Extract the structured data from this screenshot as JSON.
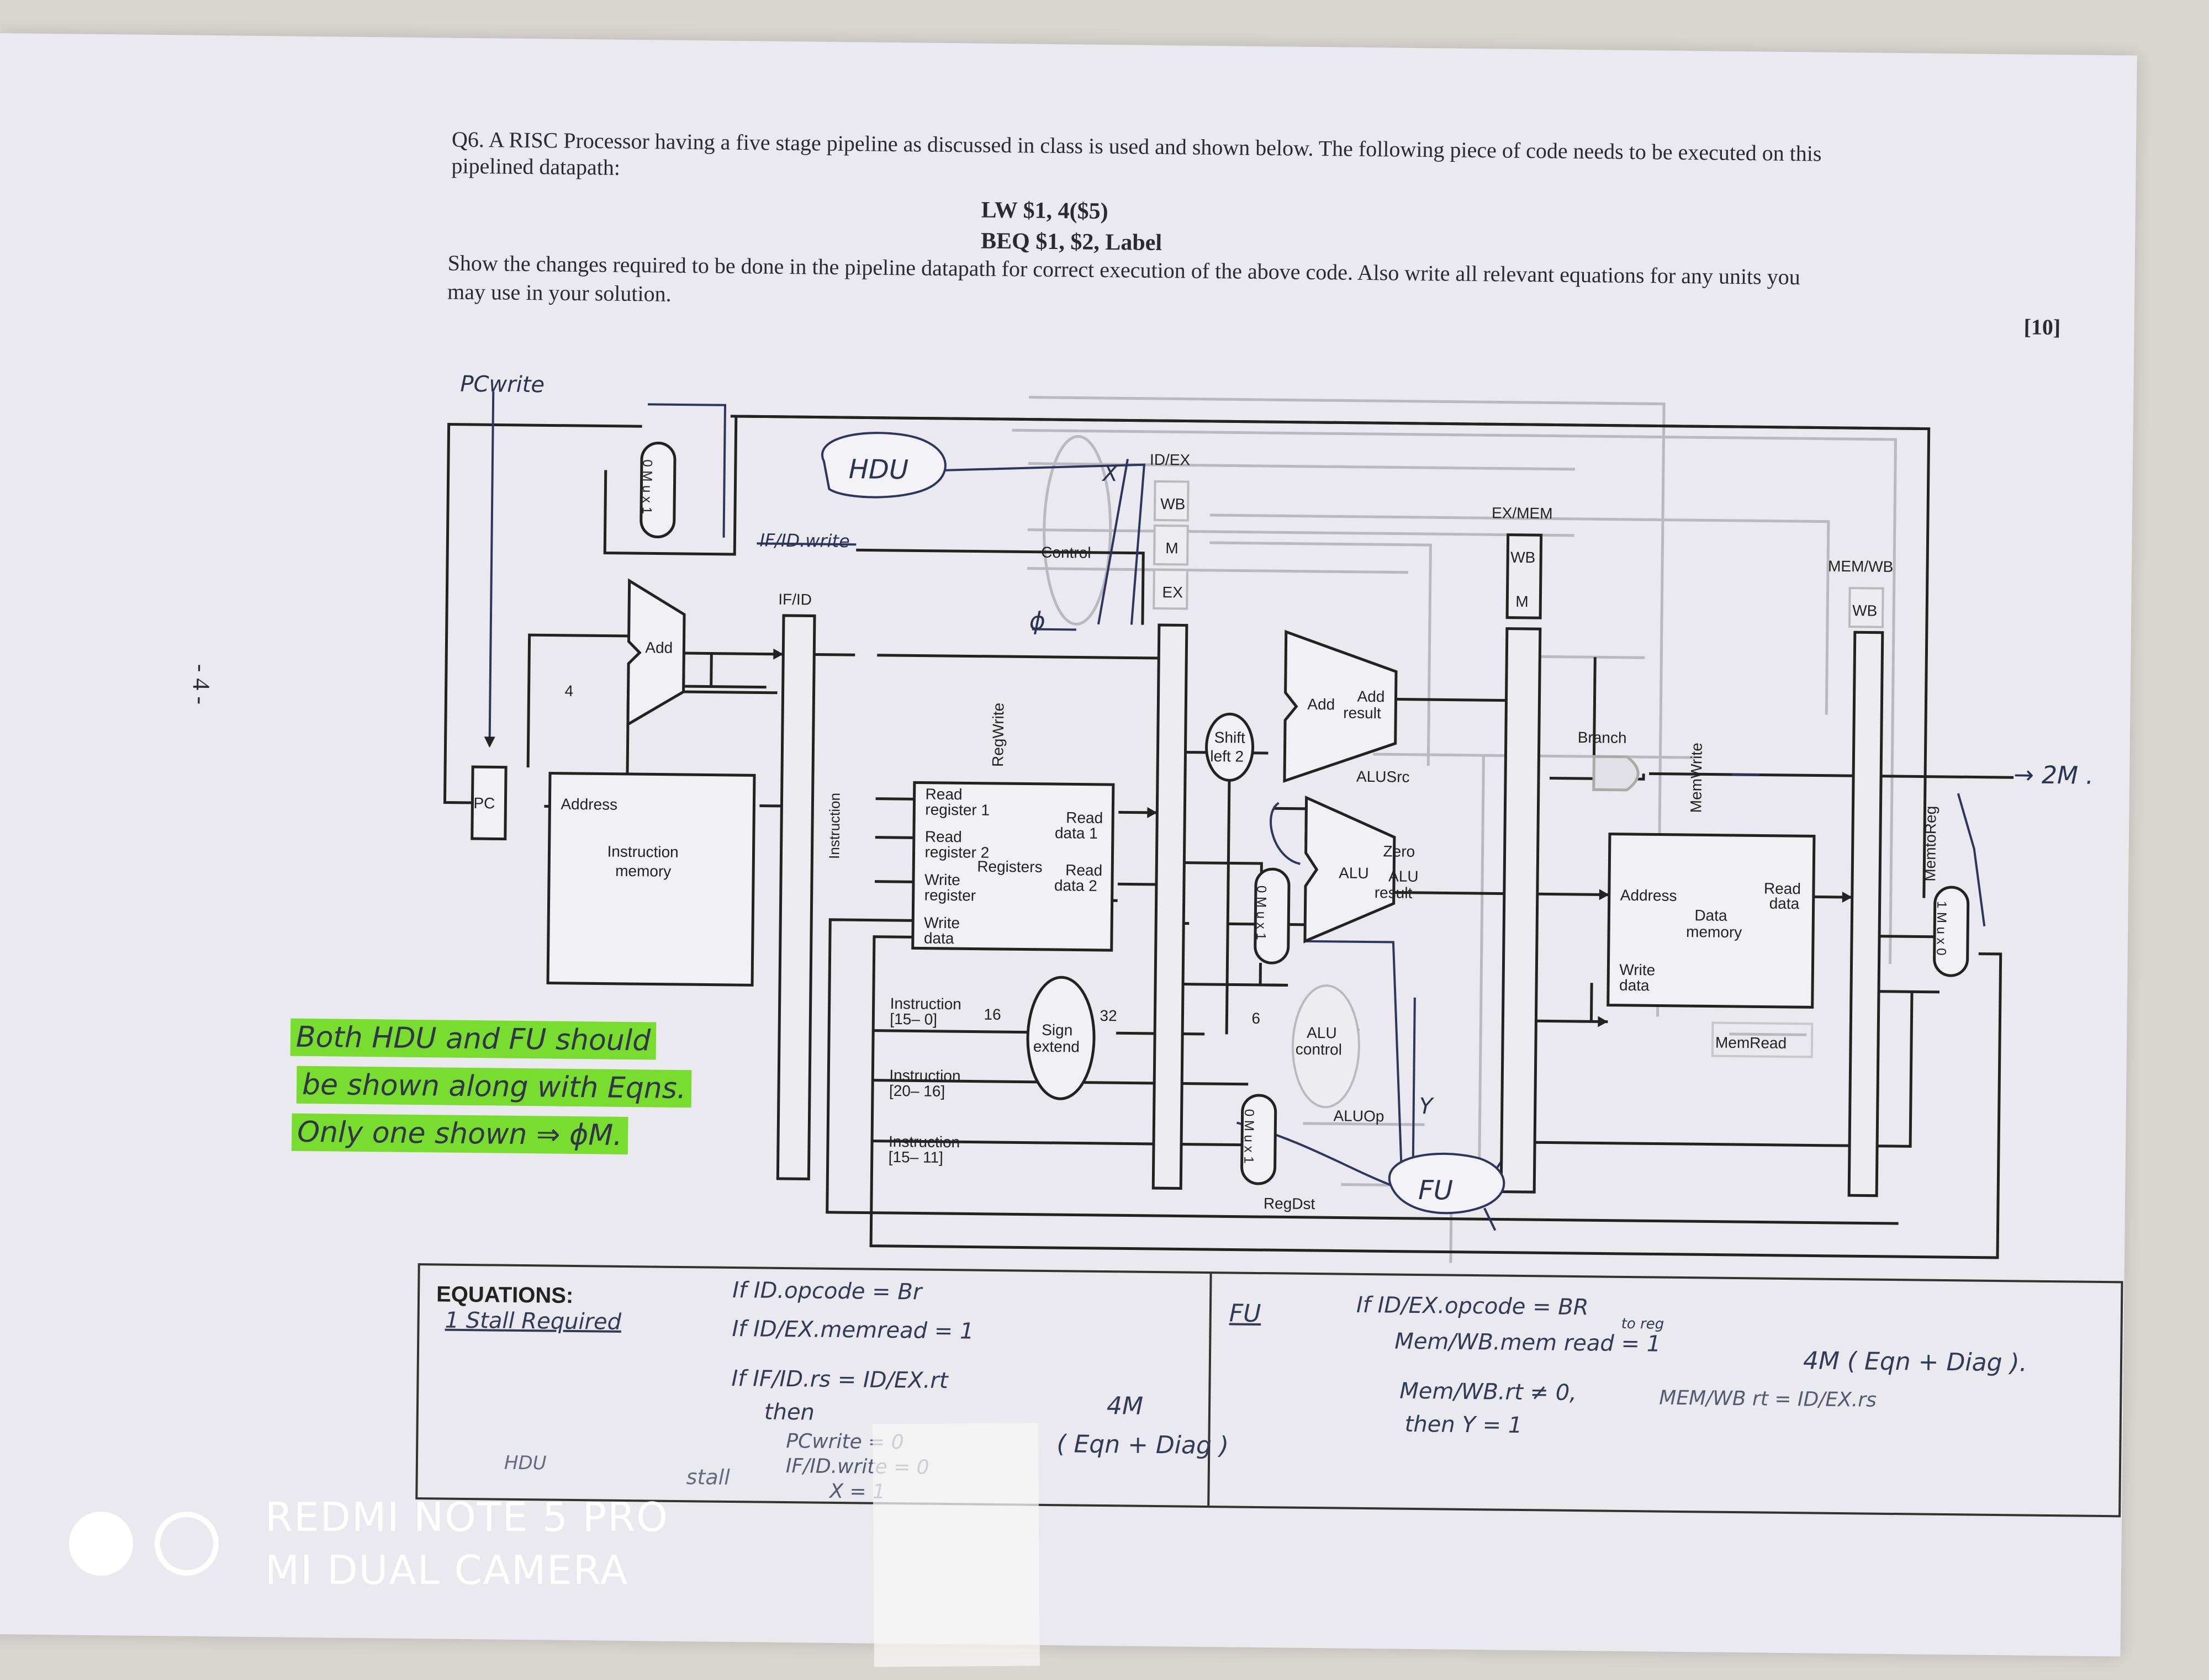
{
  "question": {
    "line1": "Q6. A RISC Processor having a five stage pipeline as discussed in class is used and shown below. The following piece of code needs to be executed on this",
    "line2": "pipelined datapath:",
    "code1": "LW $1, 4($5)",
    "code2": "BEQ $1, $2, Label",
    "line3": "Show the changes required to be done in the pipeline datapath for correct execution of the above code. Also write all relevant equations for any units you",
    "line4": "may use in your solution.",
    "marks": "[10]"
  },
  "margin_note": "- 4 -",
  "diagram": {
    "pcwrite": "PCwrite",
    "hdu": "HDU",
    "ifid_write": "IF/ID.write",
    "idex": "ID/EX",
    "exmem": "EX/MEM",
    "memwb": "MEM/WB",
    "ifid": "IF/ID",
    "control": "Control",
    "wb": "WB",
    "m": "M",
    "ex": "EX",
    "add": "Add",
    "four": "4",
    "add_result_1": "Add",
    "add_result_2": "result",
    "shift_1": "Shift",
    "shift_2": "left 2",
    "branch": "Branch",
    "pc": "PC",
    "address": "Address",
    "imem_1": "Instruction",
    "imem_2": "memory",
    "instruction": "Instruction",
    "regsrc": "RegWrite",
    "rr1_1": "Read",
    "rr1_2": "register 1",
    "rr2_1": "Read",
    "rr2_2": "register 2",
    "registers": "Registers",
    "wr_1": "Write",
    "wr_2": "register",
    "wd_1": "Write",
    "wd_2": "data",
    "rd1_1": "Read",
    "rd1_2": "data 1",
    "rd2_1": "Read",
    "rd2_2": "data 2",
    "alusrc": "ALUSrc",
    "alu": "ALU",
    "zero": "Zero",
    "alu_res_1": "ALU",
    "alu_res_2": "result",
    "memwrite": "MemWrite",
    "dmem_addr": "Address",
    "dmem_1": "Data",
    "dmem_2": "memory",
    "dmem_rd_1": "Read",
    "dmem_rd_2": "data",
    "dmem_wd_1": "Write",
    "dmem_wd_2": "data",
    "memtoreg": "MemtoReg",
    "memread": "MemRead",
    "inst_15_0_1": "Instruction",
    "inst_15_0_2": "[15– 0]",
    "inst_20_16_1": "Instruction",
    "inst_20_16_2": "[20– 16]",
    "inst_15_11_1": "Instruction",
    "inst_15_11_2": "[15– 11]",
    "sixteen": "16",
    "thirtytwo": "32",
    "six": "6",
    "sign_1": "Sign",
    "sign_2": "extend",
    "aluctl_1": "ALU",
    "aluctl_2": "control",
    "aluop": "ALUOp",
    "regdst": "RegDst",
    "fu": "FU",
    "phi": "ϕ",
    "x": "X",
    "y": "Y",
    "mux_a": "0 M u x 1",
    "mux_top": "0 M u x 1",
    "mux_alu": "0 M u x 1",
    "mux_reg": "0 M u x 1",
    "mux_wb": "1 M u x 0",
    "two_m": "→ 2M ."
  },
  "highlight_note": {
    "line1": "Both HDU and FU should",
    "line2": "be shown along with Eqns.",
    "line3": "Only one shown ⇒ ϕM."
  },
  "equations": {
    "title": "EQUATIONS:",
    "stall": "1 Stall Required",
    "hdu_label": "HDU",
    "hdu_1": "If ID.opcode = Br",
    "hdu_2": "If ID/EX.memread = 1",
    "hdu_3": "If IF/ID.rs = ID/EX.rt",
    "hdu_4": "then",
    "stall_word": "stall",
    "stall_1": "PCwrite = 0",
    "stall_2": "IF/ID.write = 0",
    "stall_3": "X = 1",
    "score_hdu_1": "4M",
    "score_hdu_2": "( Eqn + Diag )",
    "fu_label": "FU",
    "fu_1": "If ID/EX.opcode = BR",
    "fu_2a": "to reg",
    "fu_2": "Mem/WB.mem read = 1",
    "fu_3": "Mem/WB.rt ≠ 0,",
    "fu_3b": "MEM/WB rt = ID/EX.rs",
    "fu_4": "then Y = 1",
    "score_fu": "4M ( Eqn + Diag ).",
    "to_reg": "to reg"
  },
  "watermark": {
    "line1": "REDMI NOTE 5 PRO",
    "line2": "MI DUAL CAMERA"
  }
}
